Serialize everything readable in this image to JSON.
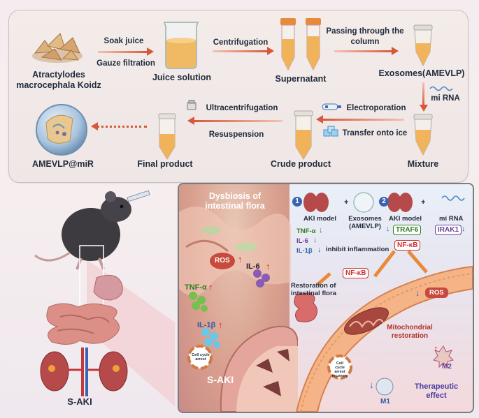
{
  "top": {
    "steps": {
      "herb": "Atractylodes macrocephala Koidz",
      "juice": "Juice solution",
      "supernatant": "Supernatant",
      "exosomes": "Exosomes(AMEVLP)",
      "mixture": "Mixture",
      "crude": "Crude product",
      "final": "Final product",
      "product": "AMEVLP@miR"
    },
    "arrows": {
      "soak": "Soak juice",
      "gauze": "Gauze filtration",
      "centrifugation": "Centrifugation",
      "column": "Passing through the column",
      "mirna": "mi RNA",
      "electroporation": "Electroporation",
      "ice": "Transfer onto ice",
      "ultra": "Ultracentrifugation",
      "resuspension": "Resuspension"
    }
  },
  "left": {
    "label": "S-AKI"
  },
  "panel": {
    "dysbiosis": "Dysbiosis of intestinal flora",
    "ros": "ROS",
    "il6": "IL-6",
    "tnf": "TNF-α",
    "il1b": "IL-1β",
    "cellcycle": "Cell cycle arrest",
    "saki": "S-AKI",
    "num1": "1",
    "aki1": "AKI model",
    "plus1": "+",
    "exo": "Exosomes (AMEVLP)",
    "tnf2": "TNF-α",
    "il62": "IL-6",
    "il1b2": "IL-1β",
    "inhibit": "inhibit inflammation",
    "nfkb1": "NF-κB",
    "num2": "2",
    "aki2": "AKI model",
    "plus2": "+",
    "mirna2": "mi RNA",
    "traf6": "TRAF6",
    "irak1": "IRAK1",
    "nfkb2": "NF-κB",
    "restoration": "Restoration of intestinal flora",
    "ros2": "ROS",
    "mito": "Mitochondrial restoration",
    "recovery": "Cell cycle arrest recovery",
    "m1": "M1",
    "m2": "M2",
    "therapeutic": "Therapeutic effect"
  },
  "colors": {
    "accent": "#d8573c",
    "up": "#d8302a",
    "down": "#3a62b3"
  }
}
